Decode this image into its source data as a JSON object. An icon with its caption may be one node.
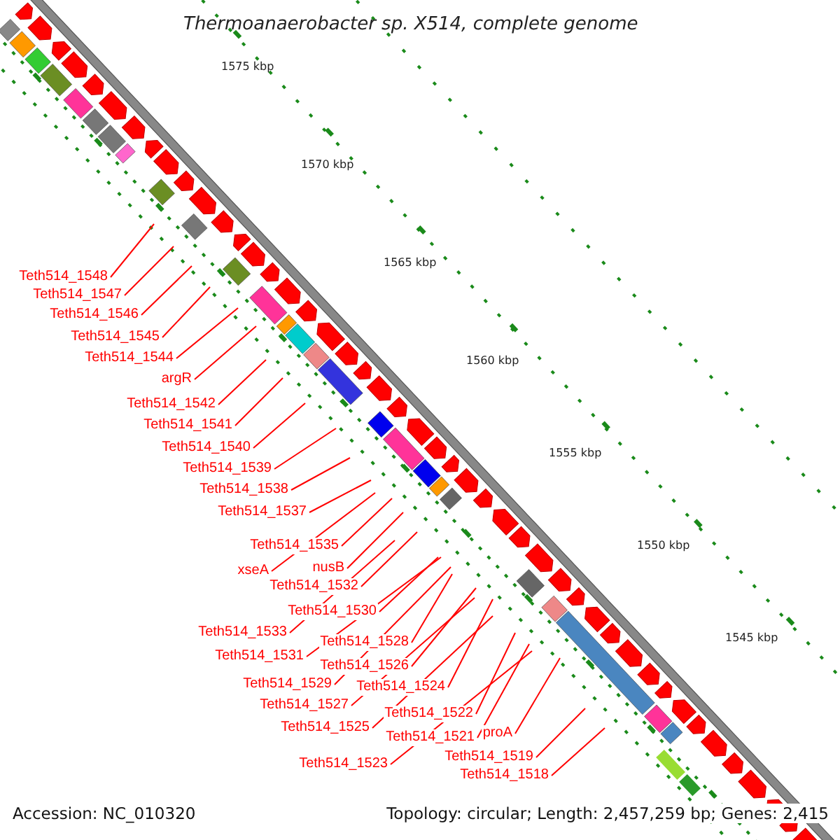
{
  "diagram": {
    "title": "Thermoanaerobacter sp. X514, complete genome",
    "nodes": [
      {
        "text": [
          "Teth514_1548"
        ]
      },
      {
        "text": [
          "Teth514_1547"
        ]
      },
      {
        "text": [
          "Teth514_1546"
        ]
      },
      {
        "text": [
          "Teth514_1545"
        ]
      },
      {
        "text": [
          "Teth514_1544"
        ]
      },
      {
        "text": [
          "argR"
        ]
      },
      {
        "text": [
          "Teth514_1542"
        ]
      },
      {
        "text": [
          "Teth514_1541"
        ]
      },
      {
        "text": [
          "Teth514_1540"
        ]
      },
      {
        "text": [
          "Teth514_1539"
        ]
      },
      {
        "text": [
          "Teth514_1538"
        ]
      },
      {
        "text": [
          "Teth514_1537"
        ]
      },
      {
        "text": [
          "Teth514_1535"
        ]
      },
      {
        "text": [
          "nusB"
        ]
      },
      {
        "text": [
          "xseA"
        ]
      },
      {
        "text": [
          "Teth514_1532"
        ]
      },
      {
        "text": [
          "Teth514_1530"
        ]
      },
      {
        "text": [
          "Teth514_1533"
        ]
      },
      {
        "text": [
          "Teth514_1528"
        ]
      },
      {
        "text": [
          "Teth514_1531"
        ]
      },
      {
        "text": [
          "Teth514_1526"
        ]
      },
      {
        "text": [
          "Teth514_1529"
        ]
      },
      {
        "text": [
          "Teth514_1524"
        ]
      },
      {
        "text": [
          "Teth514_1527"
        ]
      },
      {
        "text": [
          "Teth514_1522"
        ]
      },
      {
        "text": [
          "Teth514_1525"
        ]
      },
      {
        "text": [
          "proA"
        ]
      },
      {
        "text": [
          "Teth514_1521"
        ]
      },
      {
        "text": [
          "Teth514_1519"
        ]
      },
      {
        "text": [
          "Teth514_1523"
        ]
      },
      {
        "text": [
          "Teth514_1518"
        ]
      }
    ],
    "edges": [
      {
        "from": 0,
        "to": null,
        "arrow": "none"
      },
      {
        "from": 1,
        "to": null,
        "arrow": "none"
      },
      {
        "from": 2,
        "to": null,
        "arrow": "none"
      },
      {
        "from": 3,
        "to": null,
        "arrow": "none"
      },
      {
        "from": 4,
        "to": null,
        "arrow": "none"
      },
      {
        "from": 5,
        "to": null,
        "arrow": "none"
      },
      {
        "from": 6,
        "to": null,
        "arrow": "none"
      },
      {
        "from": 7,
        "to": null,
        "arrow": "none"
      },
      {
        "from": 8,
        "to": null,
        "arrow": "none"
      },
      {
        "from": 9,
        "to": null,
        "arrow": "none"
      },
      {
        "from": 10,
        "to": null,
        "arrow": "none"
      },
      {
        "from": 11,
        "to": null,
        "arrow": "none"
      },
      {
        "from": 12,
        "to": null,
        "arrow": "none"
      },
      {
        "from": 13,
        "to": null,
        "arrow": "none"
      },
      {
        "from": 14,
        "to": null,
        "arrow": "none"
      },
      {
        "from": 15,
        "to": null,
        "arrow": "none"
      },
      {
        "from": 16,
        "to": null,
        "arrow": "none"
      },
      {
        "from": 17,
        "to": null,
        "arrow": "none"
      },
      {
        "from": 18,
        "to": null,
        "arrow": "none"
      },
      {
        "from": 19,
        "to": null,
        "arrow": "none"
      },
      {
        "from": 20,
        "to": null,
        "arrow": "none"
      },
      {
        "from": 21,
        "to": null,
        "arrow": "none"
      },
      {
        "from": 22,
        "to": null,
        "arrow": "none"
      },
      {
        "from": 23,
        "to": null,
        "arrow": "none"
      },
      {
        "from": 24,
        "to": null,
        "arrow": "none"
      },
      {
        "from": 25,
        "to": null,
        "arrow": "none"
      },
      {
        "from": 26,
        "to": null,
        "arrow": "none"
      },
      {
        "from": 27,
        "to": null,
        "arrow": "none"
      },
      {
        "from": 28,
        "to": null,
        "arrow": "none"
      },
      {
        "from": 29,
        "to": null,
        "arrow": "none"
      },
      {
        "from": 30,
        "to": null,
        "arrow": "none"
      }
    ],
    "labels": [
      "1575 kbp",
      "1570 kbp",
      "1565 kbp",
      "1560 kbp",
      "1555 kbp",
      "1550 kbp",
      "1545 kbp",
      "Accession: NC_010320",
      "Topology: circular; Length: 2,457,259 bp; Genes: 2,415"
    ]
  }
}
